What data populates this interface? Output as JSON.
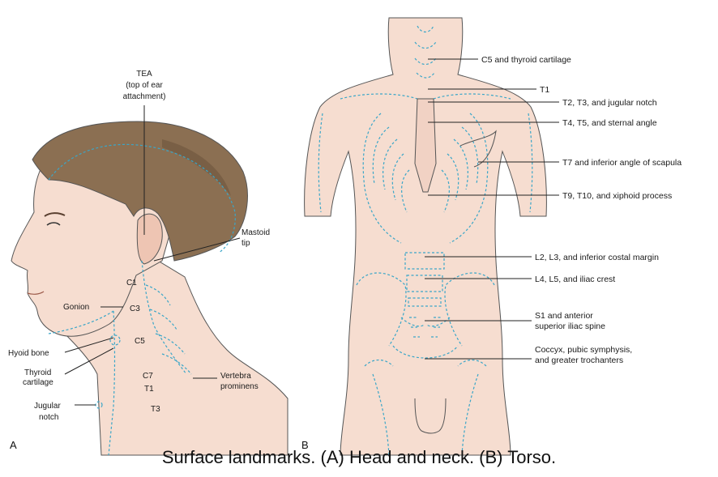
{
  "panel_a": {
    "letter": "A",
    "labels": {
      "tea_line1": "TEA",
      "tea_line2": "(top of ear",
      "tea_line3": "attachment)",
      "mastoid_line1": "Mastoid",
      "mastoid_line2": "tip",
      "c1": "C1",
      "gonion": "Gonion",
      "c3": "C3",
      "hyoid": "Hyoid bone",
      "c5": "C5",
      "thyroid_line1": "Thyroid",
      "thyroid_line2": "cartilage",
      "c7": "C7",
      "t1": "T1",
      "vertebra_line1": "Vertebra",
      "vertebra_line2": "prominens",
      "jugular_line1": "Jugular",
      "jugular_line2": "notch",
      "t3": "T3"
    }
  },
  "panel_b": {
    "letter": "B",
    "labels": {
      "c5_thyroid": "C5 and thyroid cartilage",
      "t1": "T1",
      "t2t3": "T2, T3, and jugular notch",
      "t4t5": "T4, T5, and sternal angle",
      "t7": "T7 and inferior angle of scapula",
      "t9t10": "T9, T10, and xiphoid process",
      "l2l3": "L2, L3, and inferior costal margin",
      "l4l5": "L4, L5, and iliac crest",
      "s1_line1": "S1 and anterior",
      "s1_line2": "superior iliac spine",
      "coccyx_line1": "Coccyx, pubic symphysis,",
      "coccyx_line2": "and greater trochanters"
    }
  },
  "caption": "Surface landmarks. (A) Head and neck. (B) Torso.",
  "colors": {
    "skin": "#f6ddd0",
    "skin_shadow": "#eec5b3",
    "hair": "#8b6f52",
    "hair_dark": "#6e553d",
    "dashes": "#3aa6c8",
    "background": "#ffffff"
  }
}
